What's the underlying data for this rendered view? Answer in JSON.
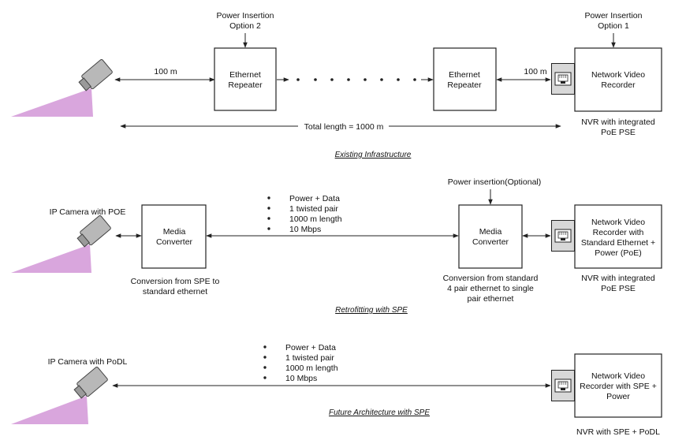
{
  "colors": {
    "beam": "#d9a6dd",
    "camera": "#b8b8b8",
    "port_bg": "#d8d8d8"
  },
  "icons": [
    "camera-icon",
    "rj45-port-icon",
    "arrow-icon"
  ],
  "row1": {
    "caption": "Existing Infrastructure",
    "power_insertion_2": [
      "Power Insertion",
      "Option 2"
    ],
    "power_insertion_1": [
      "Power Insertion",
      "Option 1"
    ],
    "repeater_left": [
      "Ethernet",
      "Repeater"
    ],
    "repeater_right": [
      "Ethernet",
      "Repeater"
    ],
    "nvr_box": [
      "Network Video",
      "Recorder"
    ],
    "nvr_caption": [
      "NVR with integrated",
      "PoE PSE"
    ],
    "dist_left": "100 m",
    "dist_right": "100 m",
    "total_length": "Total length = 1000 m"
  },
  "row2": {
    "caption": "Retrofitting with SPE",
    "camera_label": "IP Camera with POE",
    "converter_left": [
      "Media",
      "Converter"
    ],
    "converter_right": [
      "Media",
      "Converter"
    ],
    "power_insertion": "Power insertion(Optional)",
    "bullets": [
      "Power + Data",
      "1 twisted pair",
      "1000 m length",
      "10 Mbps"
    ],
    "conv_left_caption": [
      "Conversion from SPE to",
      "standard ethernet"
    ],
    "conv_right_caption": [
      "Conversion from standard",
      "4 pair ethernet to single",
      "pair ethernet"
    ],
    "nvr_box": [
      "Network Video",
      "Recorder with",
      "Standard Ethernet +",
      "Power (PoE)"
    ],
    "nvr_caption": [
      "NVR with integrated",
      "PoE PSE"
    ]
  },
  "row3": {
    "caption": "Future Architecture with SPE",
    "camera_label": "IP Camera with PoDL",
    "bullets": [
      "Power + Data",
      "1 twisted pair",
      "1000 m length",
      "10 Mbps"
    ],
    "nvr_box": [
      "Network Video",
      "Recorder with SPE +",
      "Power"
    ],
    "nvr_caption": "NVR with SPE + PoDL"
  }
}
